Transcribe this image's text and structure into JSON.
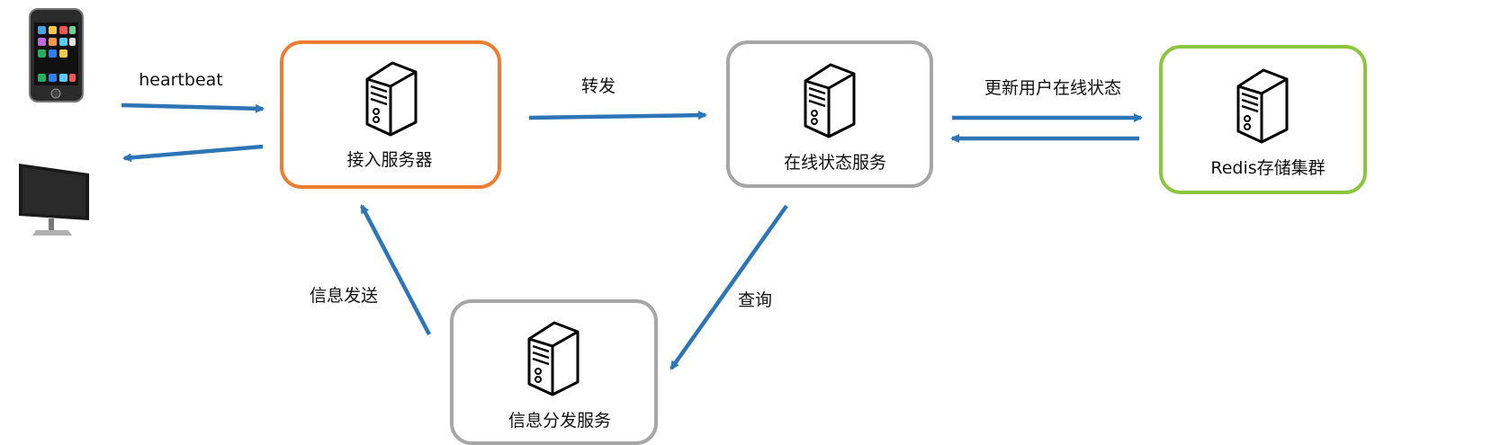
{
  "nodes": {
    "access": {
      "label": "接入服务器",
      "border_color": "#ED7D31"
    },
    "online": {
      "label": "在线状态服务",
      "border_color": "#A6A6A6"
    },
    "redis": {
      "label": "Redis存储集群",
      "border_color": "#8CC63F"
    },
    "dispatch": {
      "label": "信息分发服务",
      "border_color": "#A6A6A6"
    }
  },
  "edges": {
    "heartbeat": "heartbeat",
    "forward": "转发",
    "update_status": "更新用户在线状态",
    "query": "查询",
    "send_message": "信息发送"
  },
  "clients": [
    {
      "icon": "smartphone-icon"
    },
    {
      "icon": "monitor-icon"
    }
  ],
  "colors": {
    "arrow": "#2E75B6",
    "device_dark": "#1a1a1a"
  }
}
